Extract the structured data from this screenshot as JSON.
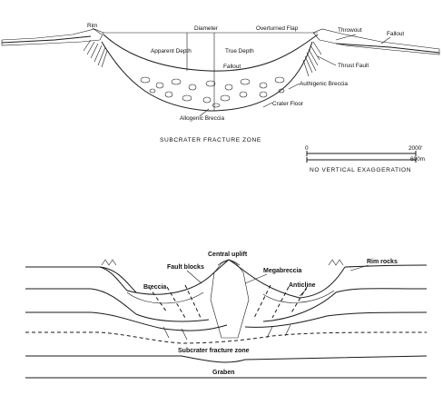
{
  "colors": {
    "ink": "#1a1a1a",
    "paper": "#ffffff"
  },
  "top_diagram": {
    "rim": "Rim",
    "diameter": "Diameter",
    "overturned_flap": "Overturned Flap",
    "throwout": "Throwout",
    "fallout_right": "Fallout",
    "apparent_depth": "Apparent Depth",
    "true_depth": "True Depth",
    "fallout_center": "Fallout",
    "thrust_fault": "Thrust Fault",
    "authigenic_breccia": "Authigenic Breccia",
    "crater_floor": "Crater Floor",
    "allogenic_breccia": "Allogenic Breccia",
    "subcrater_fracture_zone": "SUBCRATER FRACTURE ZONE"
  },
  "scale_bar": {
    "start": "0",
    "end_ft": "2000'",
    "end_m": "600m",
    "note": "NO VERTICAL EXAGGERATION"
  },
  "bottom_diagram": {
    "central_uplift": "Central uplift",
    "fault_blocks": "Fault blocks",
    "megabreccia": "Megabreccia",
    "rim_rocks": "Rim rocks",
    "breccia": "Breccia",
    "anticline": "Anticline",
    "subcrater_fracture_zone": "Subcrater fracture zone",
    "graben": "Graben"
  }
}
